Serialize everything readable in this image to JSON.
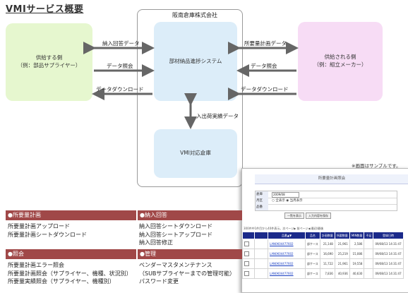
{
  "title": "VMIサービス概要",
  "frame_label": "阪南倉庫株式会社",
  "boxes": {
    "supplier": "供給する側\n（例：部品サプライヤー）",
    "system": "部材納品進捗システム",
    "warehouse": "VMI対応倉庫",
    "maker": "供給される側\n（例：組立メーカー）"
  },
  "arrows": {
    "left": [
      "納入回答データ",
      "データ照会",
      "データダウンロード"
    ],
    "right": [
      "所要量計画データ",
      "データ照会",
      "データダウンロード"
    ],
    "vertical": "入出荷実績データ"
  },
  "sample_note": "※画面はサンプルです。",
  "screenshot": {
    "header": "所要量計画照会",
    "form_rows": [
      {
        "label": "倉庫",
        "value": "2009/08"
      },
      {
        "label": "月区",
        "value": "○ 全表示   ◉ 当月表示"
      },
      {
        "label": "品番",
        "value": ""
      }
    ],
    "buttons": [
      "一覧を表示",
      "入力内容を保存"
    ],
    "info": "300件中1件目から40件表示。次ページ▶ 前ページ◀ 最初/最後",
    "columns": [
      "",
      "",
      "品番▲▼",
      "品名",
      "計画数量",
      "所要数量",
      "MIN数量",
      "不足",
      "登録日時"
    ],
    "rows": [
      [
        "",
        "",
        "LAN0K04477602",
        "部ケース",
        "21,148",
        "21,961",
        "2,586",
        "",
        "09/08/13 14:31:47"
      ],
      [
        "",
        "",
        "LAN0K04477602",
        "部ケース",
        "16,690",
        "25,219",
        "15,086",
        "",
        "09/08/13 14:31:47"
      ],
      [
        "",
        "",
        "LAN0K04477602",
        "部ケース",
        "11,722",
        "21,961",
        "19,558",
        "",
        "09/08/13 14:31:47"
      ],
      [
        "",
        "",
        "LAN0K04477602",
        "部ケース",
        "7,836",
        "40,936",
        "40,630",
        "",
        "09/08/13 14:31:47"
      ]
    ]
  },
  "sections": [
    {
      "title": "●所要量計画",
      "lines": [
        "所要量計画アップロード",
        "所要量計画シートダウンロード"
      ]
    },
    {
      "title": "●照会",
      "lines": [
        "所要量計画エラー照会",
        "所要量計画照会（サプライヤー、機種、状況別）",
        "所要量実績照会（サプライヤー、機種別）"
      ]
    },
    {
      "title": "●納入回答",
      "lines": [
        "納入回答シートダウンロード",
        "納入回答シートアップロード",
        "納入回答修正"
      ]
    },
    {
      "title": "●管理",
      "lines": [
        "ベンダーマスタメンテナンス",
        "（SUBサプライヤーまでの管理可能）",
        "パスワード変更"
      ]
    }
  ],
  "colors": {
    "supplier_bg": "#e6f7cf",
    "system_bg": "#dcedf9",
    "maker_bg": "#f7dcf5",
    "section_header": "#a04848",
    "table_header": "#1b2a8a",
    "arrow": "#666666"
  }
}
